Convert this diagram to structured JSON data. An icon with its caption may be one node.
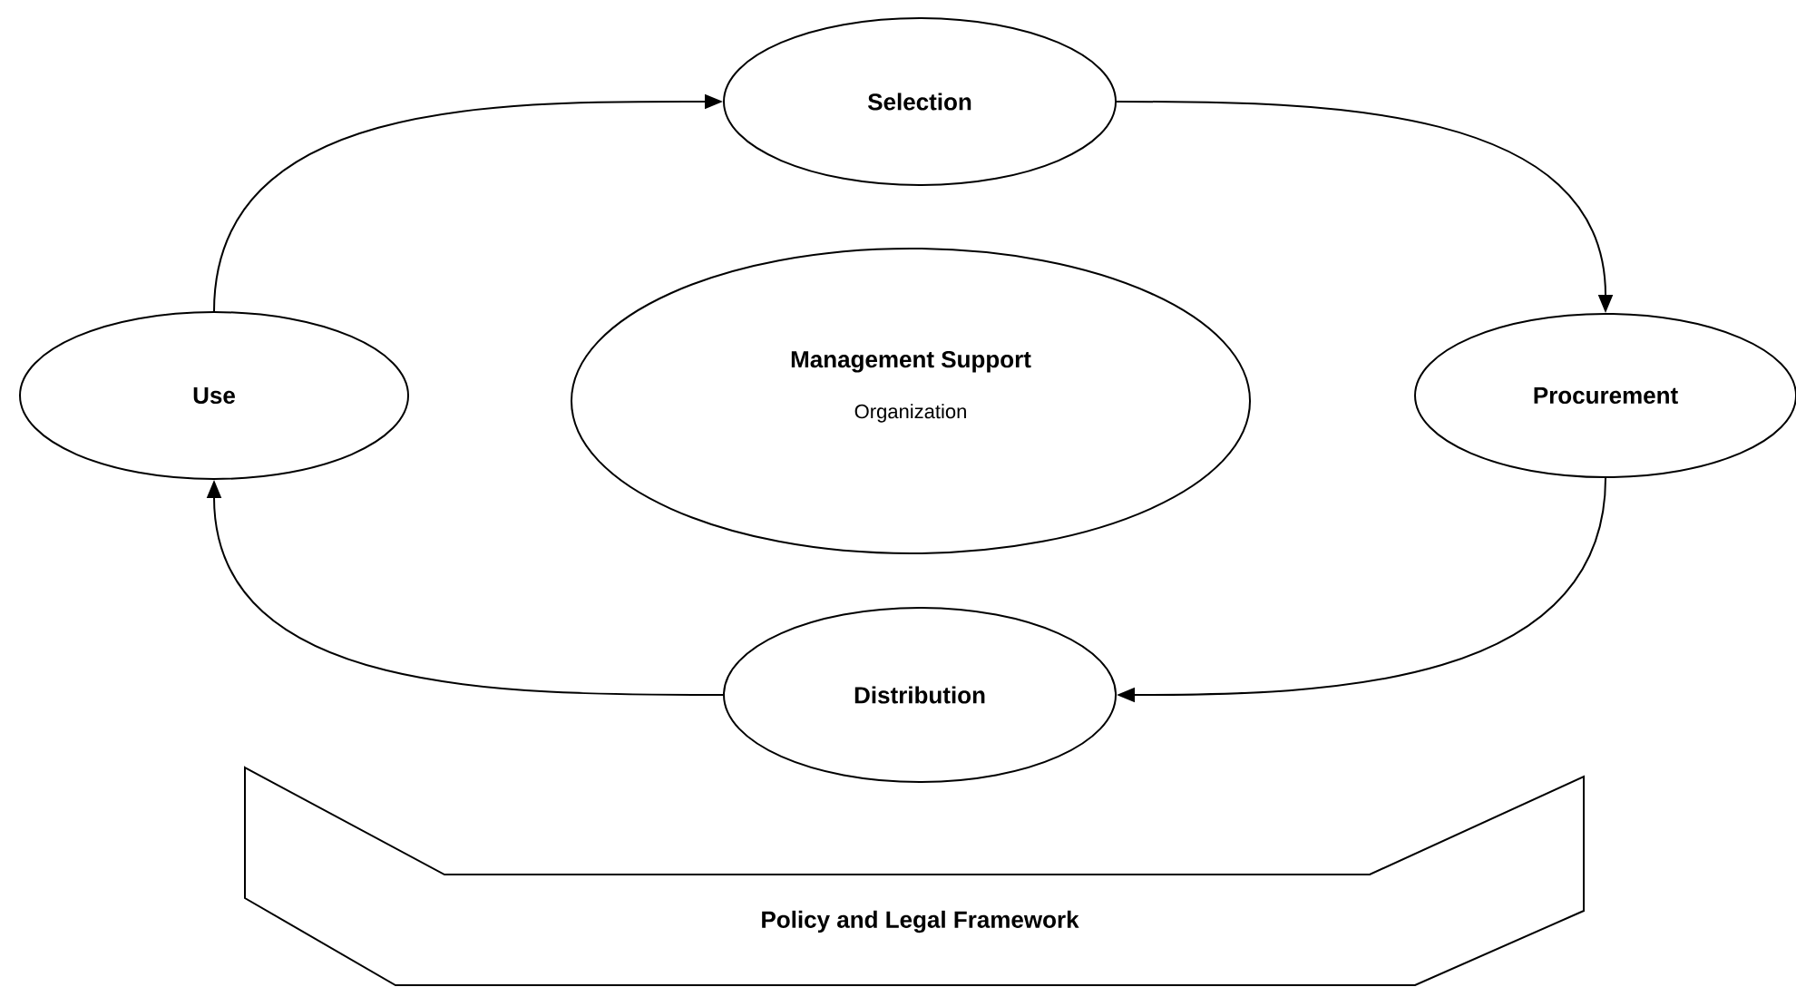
{
  "diagram": {
    "nodes": [
      {
        "text": [
          "Selection"
        ]
      },
      {
        "text": [
          "Use"
        ]
      },
      {
        "text": [
          "Management Support",
          "Organization"
        ]
      },
      {
        "text": [
          "Procurement"
        ]
      },
      {
        "text": [
          "Distribution"
        ]
      },
      {
        "text": [
          "Policy and Legal Framework"
        ]
      }
    ],
    "edges": [
      {
        "from": 1,
        "to": 0,
        "arrow": "to"
      },
      {
        "from": 0,
        "to": 3,
        "arrow": "to"
      },
      {
        "from": 3,
        "to": 4,
        "arrow": "to"
      },
      {
        "from": 4,
        "to": 1,
        "arrow": "to"
      }
    ]
  }
}
